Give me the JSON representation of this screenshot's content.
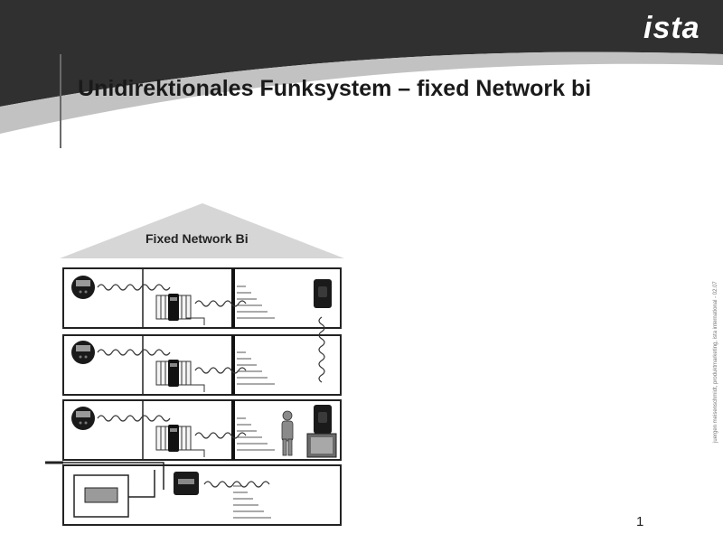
{
  "slide": {
    "logo_text": "ista",
    "title": "Unidirektionales Funksystem – fixed Network bi",
    "page_number": "1",
    "side_note": "juergen meisenschmidt, produktmarketing, ista international - 02.07"
  },
  "diagram": {
    "roof_label": "Fixed Network Bi"
  }
}
